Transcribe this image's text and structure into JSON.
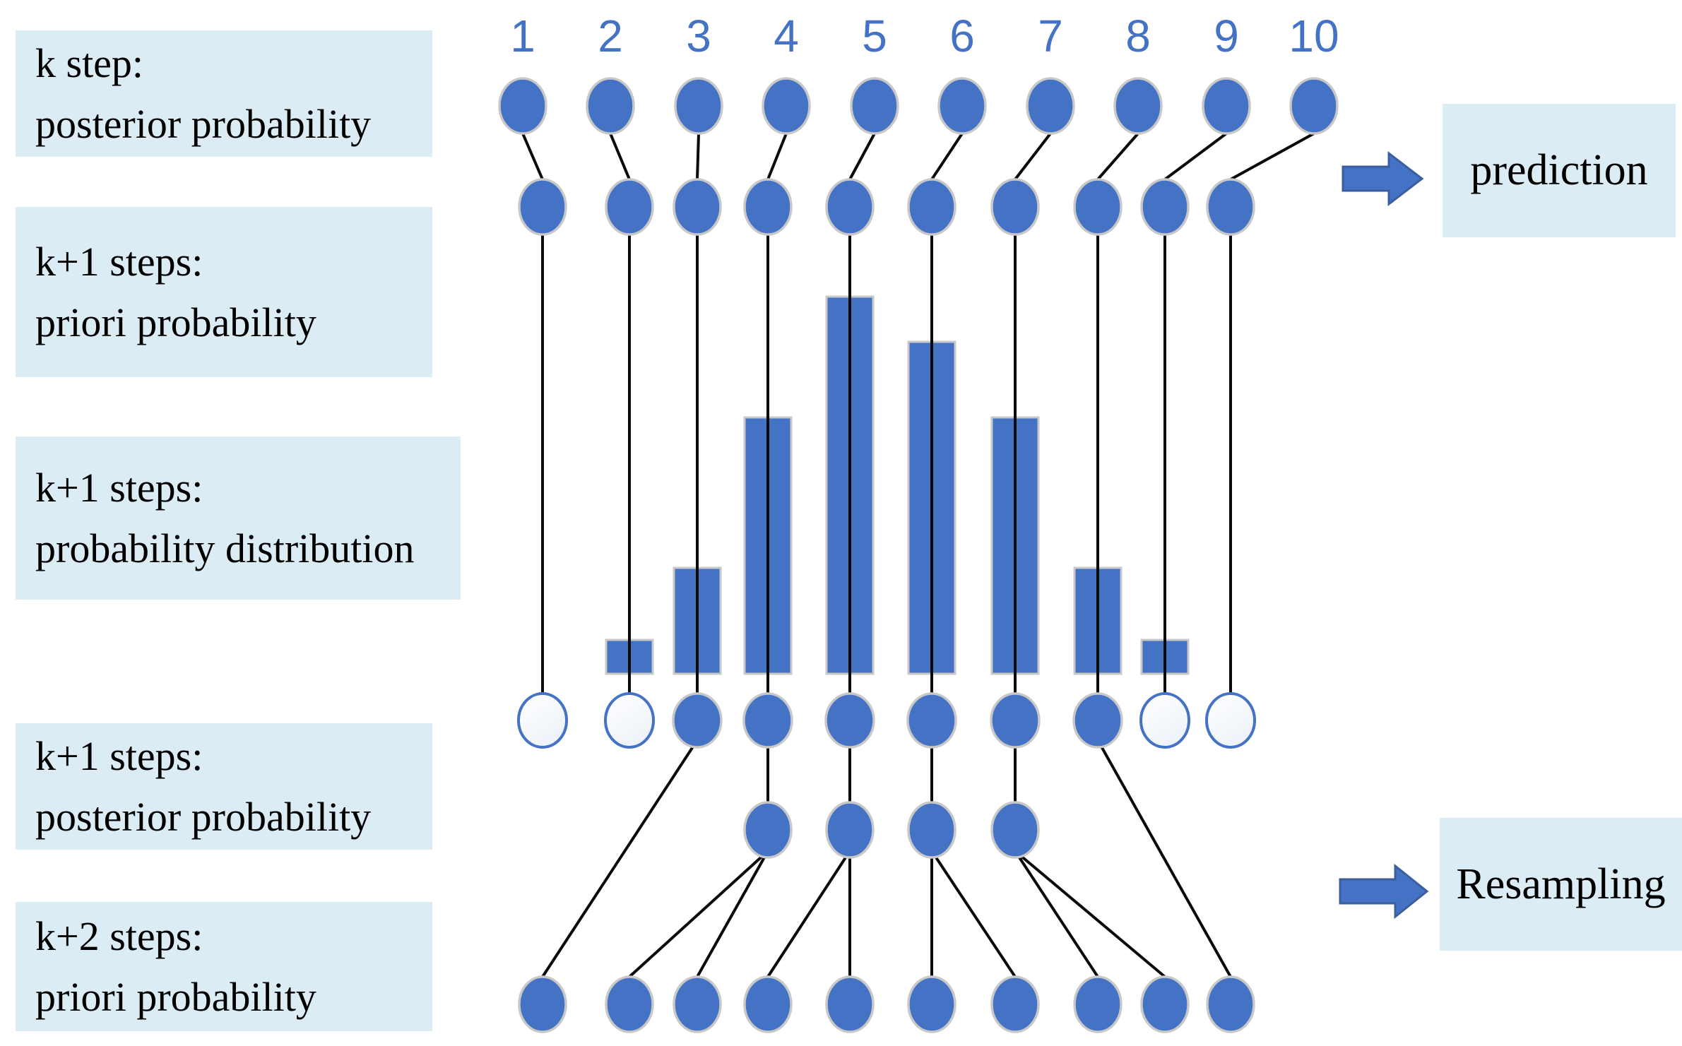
{
  "left_boxes": [
    {
      "line1": "k step:",
      "line2": "posterior probability"
    },
    {
      "line1": "k+1 steps:",
      "line2": "priori probability"
    },
    {
      "line1": "k+1 steps:",
      "line2": "probability distribution"
    },
    {
      "line1": "k+1 steps:",
      "line2": "posterior probability"
    },
    {
      "line1": "k+2 steps:",
      "line2": "priori probability"
    }
  ],
  "arrows": [
    {
      "label": "prediction"
    },
    {
      "label": "Resampling"
    }
  ],
  "particle_numbers": [
    "1",
    "2",
    "3",
    "4",
    "5",
    "6",
    "7",
    "8",
    "9",
    "10"
  ],
  "chart_data": {
    "type": "bar",
    "title": "k+1 steps: probability distribution",
    "categories": [
      "1",
      "2",
      "3",
      "4",
      "5",
      "6",
      "7",
      "8",
      "9",
      "10"
    ],
    "values": [
      0,
      0.09,
      0.28,
      0.68,
      1.0,
      0.88,
      0.68,
      0.28,
      0.09,
      0
    ],
    "xlabel": "",
    "ylabel": "",
    "ylim": [
      0,
      1
    ],
    "grid": false,
    "legend": false
  },
  "posterior_filled": [
    false,
    false,
    true,
    true,
    true,
    true,
    true,
    true,
    false,
    false
  ],
  "intermediate_columns": [
    4,
    5,
    6,
    7
  ],
  "resampling": {
    "direct": [
      [
        3,
        1
      ],
      [
        8,
        10
      ]
    ],
    "via_intermediate": [
      [
        4,
        [
          2,
          3
        ]
      ],
      [
        5,
        [
          4,
          5
        ]
      ],
      [
        6,
        [
          6,
          7
        ]
      ],
      [
        7,
        [
          8,
          9
        ]
      ]
    ]
  },
  "colors": {
    "particle_blue": "#4472c4",
    "hollow_outline_blue": "#4472c4",
    "node_outline_gray": "#c8c8c8",
    "label_box_bg": "#dbecf5",
    "number_blue": "#4472c4",
    "line_black": "#0a0a0a",
    "arrow_fill": "#4472c4",
    "arrow_outline": "#3b5e9e"
  }
}
